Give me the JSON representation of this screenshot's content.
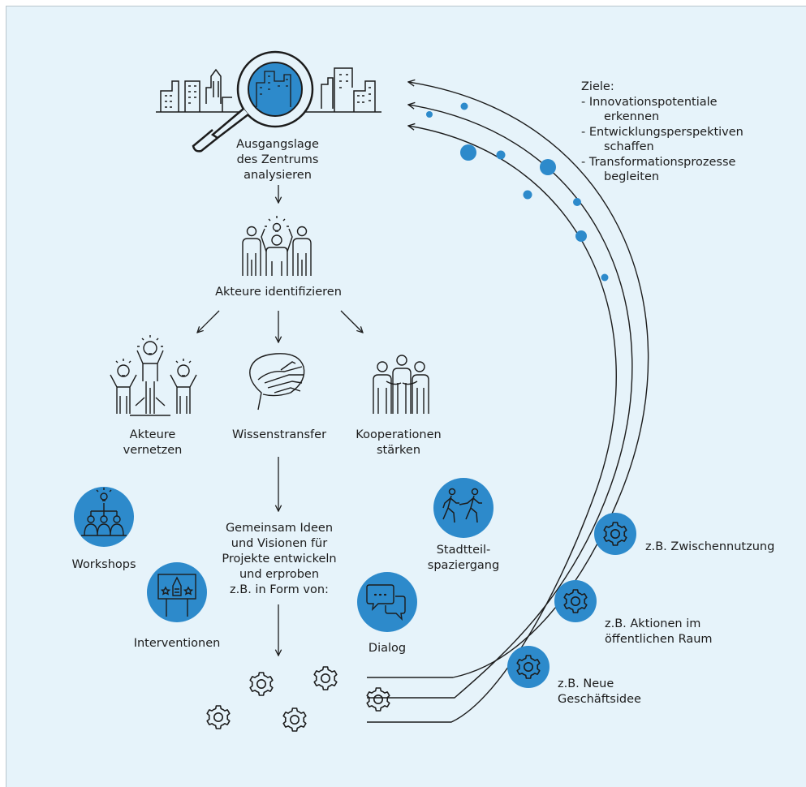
{
  "colors": {
    "accent": "#2d8acb",
    "line": "#1c1c1c",
    "background": "#e6f3fa"
  },
  "top_step": {
    "lines": [
      "Ausgangslage",
      "des Zentrums",
      "analysieren"
    ],
    "icon": "magnifier-city-icon"
  },
  "actors_step": {
    "label": "Akteure identifizieren",
    "icon": "group-idea-icon"
  },
  "branches": [
    {
      "lines": [
        "Akteure",
        "vernetzen"
      ],
      "icon": "network-people-icon"
    },
    {
      "lines": [
        "Wissenstransfer"
      ],
      "icon": "hand-speech-bubble-icon"
    },
    {
      "lines": [
        "Kooperationen",
        "stärken"
      ],
      "icon": "cooperation-people-icon"
    }
  ],
  "ideas_step": {
    "lines": [
      "Gemeinsam Ideen",
      "und Visionen für",
      "Projekte entwickeln",
      "und erproben",
      "z.B. in Form von:"
    ]
  },
  "formats": [
    {
      "label": "Workshops",
      "icon": "workshop-icon"
    },
    {
      "label": "Interventionen",
      "icon": "intervention-sign-icon"
    },
    {
      "label": "Dialog",
      "icon": "chat-bubbles-icon"
    },
    {
      "lines": [
        "Stadtteil-",
        "spaziergang"
      ],
      "icon": "walking-people-icon"
    }
  ],
  "goals": {
    "title": "Ziele:",
    "items": [
      [
        "Innovationspotentiale",
        "erkennen"
      ],
      [
        "Entwicklungsperspektiven",
        "schaffen"
      ],
      [
        "Transformationsprozesse",
        "begleiten"
      ]
    ]
  },
  "outcomes": [
    {
      "label": "z.B. Zwischennutzung",
      "icon": "gear-icon"
    },
    {
      "lines": [
        "z.B. Aktionen im",
        "öffentlichen Raum"
      ],
      "icon": "gear-icon"
    },
    {
      "lines": [
        "z.B. Neue",
        "Geschäftsidee"
      ],
      "icon": "gear-icon"
    }
  ]
}
